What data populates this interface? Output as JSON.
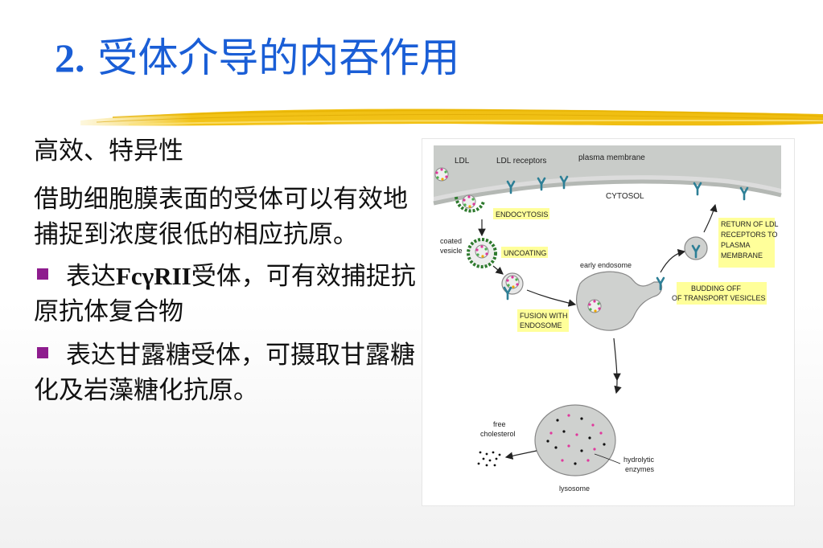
{
  "title": {
    "number": "2.",
    "text": "受体介导的内吞作用"
  },
  "content": {
    "line1": "高效、特异性",
    "line2": "借助细胞膜表面的受体可以有效地捕捉到浓度很低的相应抗原。",
    "bullet1": {
      "prefix": "表达",
      "latin": "FcγRII",
      "suffix": "受体，可有效捕捉抗原抗体复合物"
    },
    "bullet2": "表达甘露糖受体，可摄取甘露糖化及岩藻糖化抗原。"
  },
  "figure": {
    "labels": {
      "ldl": "LDL",
      "ldl_receptors": "LDL receptors",
      "plasma_membrane": "plasma membrane",
      "cytosol": "CYTOSOL",
      "endocytosis": "ENDOCYTOSIS",
      "coated_vesicle_1": "coated",
      "coated_vesicle_2": "vesicle",
      "uncoating": "UNCOATING",
      "early_endosome": "early endosome",
      "fusion_1": "FUSION WITH",
      "fusion_2": "ENDOSOME",
      "budding_1": "BUDDING OFF",
      "budding_2": "OF TRANSPORT VESICLES",
      "return_1": "RETURN OF LDL",
      "return_2": "RECEPTORS TO",
      "return_3": "PLASMA",
      "return_4": "MEMBRANE",
      "free_chol_1": "free",
      "free_chol_2": "cholesterol",
      "hydrolytic_1": "hydrolytic",
      "hydrolytic_2": "enzymes",
      "lysosome": "lysosome"
    }
  },
  "colors": {
    "title": "#1a5ed6",
    "bullet": "#8e1c8e",
    "brush": "#f2c318",
    "label_box": "#ffff9a",
    "receptor": "#2d7f96",
    "membrane": "#c9ccc9"
  }
}
